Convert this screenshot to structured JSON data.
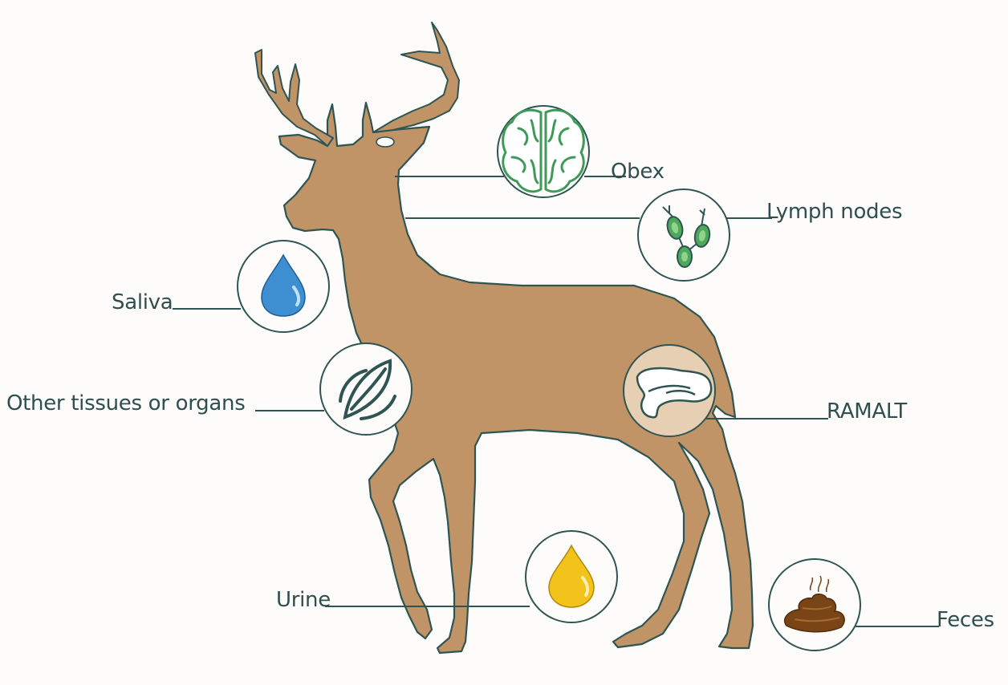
{
  "labels": {
    "obex": "Obex",
    "lymph_nodes": "Lymph nodes",
    "saliva": "Saliva",
    "other_tissues": "Other tissues or organs",
    "ramalt": "RAMALT",
    "urine": "Urine",
    "feces": "Feces"
  },
  "icons": {
    "obex": "brain-icon",
    "lymph_nodes": "lymph-node-icon",
    "saliva": "saliva-drop-icon",
    "other_tissues": "tissue-icon",
    "ramalt": "intestine-icon",
    "urine": "urine-drop-icon",
    "feces": "feces-icon"
  },
  "colors": {
    "deer_body": "#c19468",
    "outline": "#2f5552",
    "label_text": "#2f4f4f",
    "saliva": "#3d8fd1",
    "urine": "#f2c31b",
    "brain": "#3f9a5a",
    "lymph": "#4ea85b",
    "feces": "#7a4516"
  }
}
